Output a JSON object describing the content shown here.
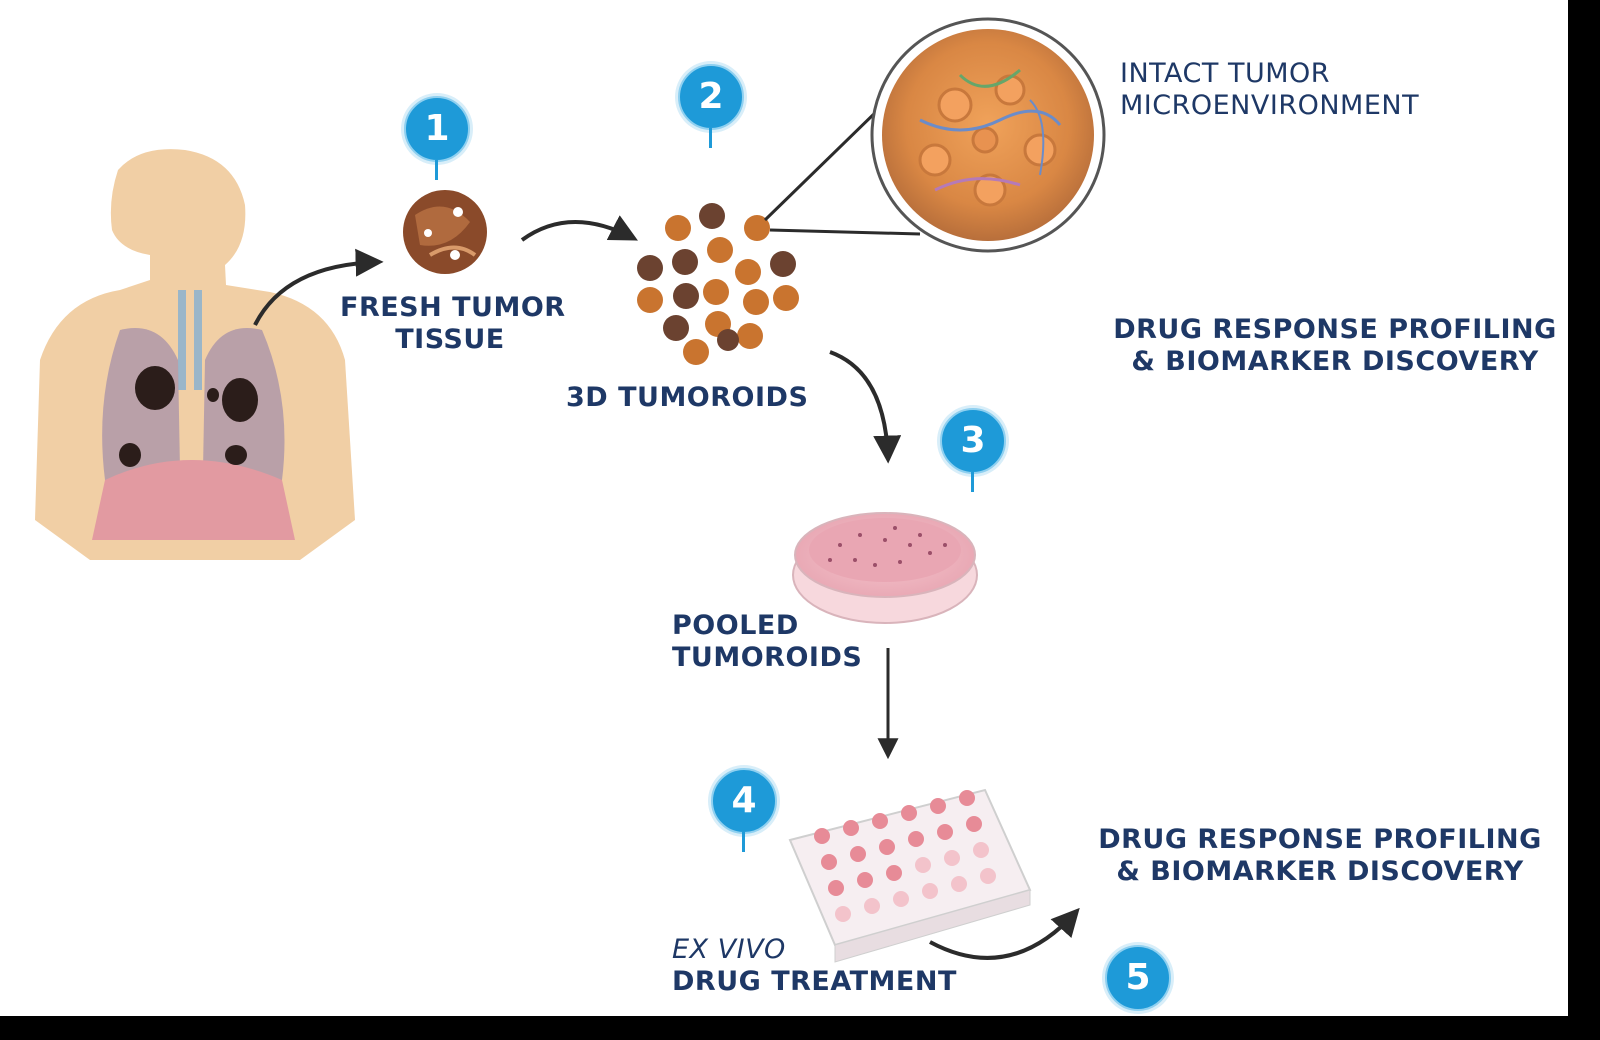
{
  "steps": [
    {
      "number": "1"
    },
    {
      "number": "2"
    },
    {
      "number": "3"
    },
    {
      "number": "4"
    },
    {
      "number": "5"
    }
  ],
  "labels": {
    "fresh_tumor_tissue_line1": "FRESH TUMOR",
    "fresh_tumor_tissue_line2": "TISSUE",
    "tumoroids_3d": "3D TUMOROIDS",
    "intact_tme_line1": "INTACT TUMOR",
    "intact_tme_line2": "MICROENVIRONMENT",
    "drug_response_top_line1": "DRUG RESPONSE PROFILING",
    "drug_response_top_line2": "& BIOMARKER DISCOVERY",
    "pooled_line1": "POOLED",
    "pooled_line2": "TUMOROIDS",
    "ex_vivo_line1": "EX VIVO",
    "ex_vivo_line2": "DRUG TREATMENT",
    "drug_response_bottom_line1": "DRUG RESPONSE PROFILING",
    "drug_response_bottom_line2": "& BIOMARKER DISCOVERY"
  },
  "colors": {
    "badge": "#1e9ad8",
    "label_text": "#1e3866",
    "arrow": "#2b2b2b",
    "skin": "#f1cfa5",
    "tumoroid_orange": "#c9742f",
    "tumoroid_brown": "#6b4230",
    "dish_pink": "#f2b8c2"
  }
}
